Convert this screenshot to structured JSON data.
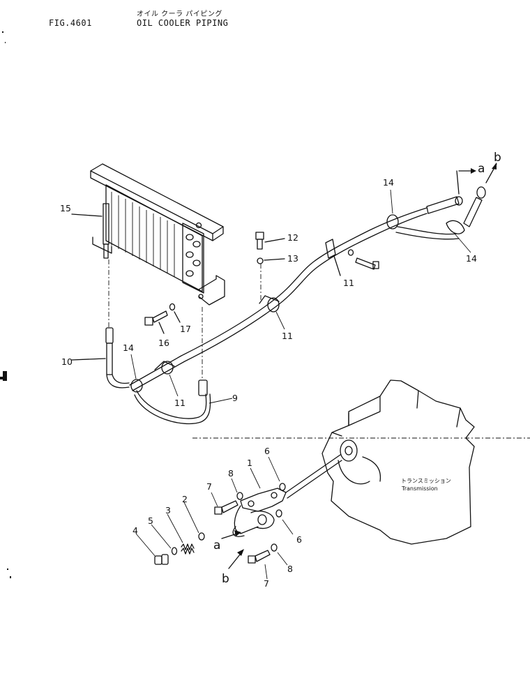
{
  "header": {
    "fig_number": "FIG.4601",
    "title_jp": "オイル クーラ パイピング",
    "title": "OIL COOLER PIPING"
  },
  "labels": {
    "n1": "1",
    "n2": "2",
    "n3": "3",
    "n4": "4",
    "n5": "5",
    "n6a": "6",
    "n6b": "6",
    "n7a": "7",
    "n7b": "7",
    "n8a": "8",
    "n8b": "8",
    "n9": "9",
    "n10": "10",
    "n11a": "11",
    "n11b": "11",
    "n11c": "11",
    "n12": "12",
    "n13": "13",
    "n14a": "14",
    "n14b": "14",
    "n14c": "14",
    "n15": "15",
    "n16": "16",
    "n17": "17",
    "a_top": "a",
    "b_top": "b",
    "a_bottom": "a",
    "b_bottom": "b"
  },
  "transmission": {
    "label_jp": "トランスミッション",
    "label": "Transmission"
  }
}
